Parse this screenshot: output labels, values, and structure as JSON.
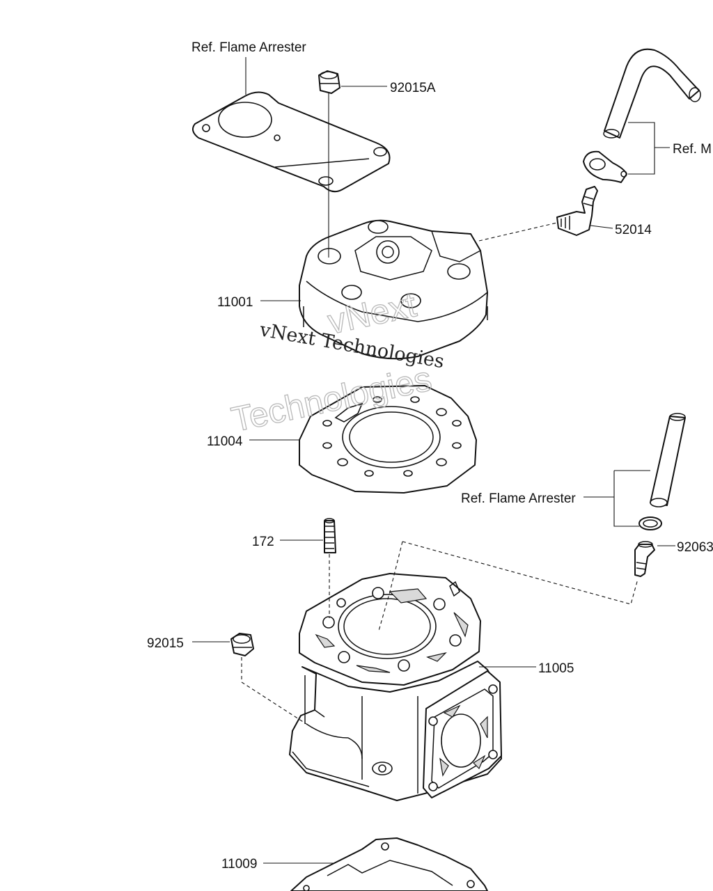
{
  "labels": {
    "ref_flame_arrester_top": "Ref. Flame Arrester",
    "part_92015A": "92015A",
    "ref_m": "Ref. M",
    "part_52014": "52014",
    "part_11001": "11001",
    "part_11004": "11004",
    "ref_flame_arrester_right": "Ref. Flame Arrester",
    "part_172": "172",
    "part_92063": "92063",
    "part_92015": "92015",
    "part_11005": "11005",
    "part_11009": "11009"
  },
  "watermark": {
    "line1": "vNext Technologies",
    "line2_a": "vNext",
    "line2_b": "Technologies"
  }
}
